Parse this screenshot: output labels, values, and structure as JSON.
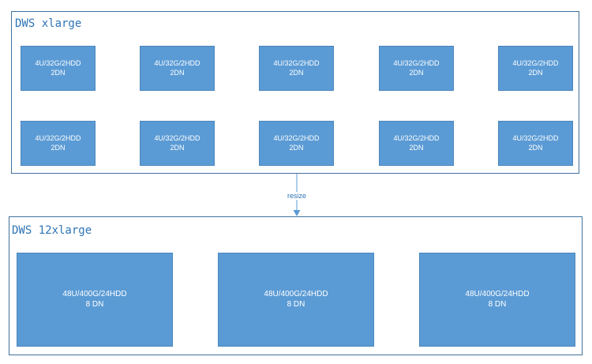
{
  "top_cluster": {
    "title": "DWS xlarge",
    "nodes": [
      {
        "spec": "4U/32G/2HDD",
        "dn": "2DN"
      },
      {
        "spec": "4U/32G/2HDD",
        "dn": "2DN"
      },
      {
        "spec": "4U/32G/2HDD",
        "dn": "2DN"
      },
      {
        "spec": "4U/32G/2HDD",
        "dn": "2DN"
      },
      {
        "spec": "4U/32G/2HDD",
        "dn": "2DN"
      },
      {
        "spec": "4U/32G/2HDD",
        "dn": "2DN"
      },
      {
        "spec": "4U/32G/2HDD",
        "dn": "2DN"
      },
      {
        "spec": "4U/32G/2HDD",
        "dn": "2DN"
      },
      {
        "spec": "4U/32G/2HDD",
        "dn": "2DN"
      },
      {
        "spec": "4U/32G/2HDD",
        "dn": "2DN"
      }
    ]
  },
  "connector": {
    "label": "resize"
  },
  "bottom_cluster": {
    "title": "DWS 12xlarge",
    "nodes": [
      {
        "spec": "48U/400G/24HDD",
        "dn": "8 DN"
      },
      {
        "spec": "48U/400G/24HDD",
        "dn": "8 DN"
      },
      {
        "spec": "48U/400G/24HDD",
        "dn": "8 DN"
      }
    ]
  },
  "colors": {
    "node_fill": "#5b9bd5",
    "border": "#41719c",
    "title_text": "#2e74b5"
  }
}
